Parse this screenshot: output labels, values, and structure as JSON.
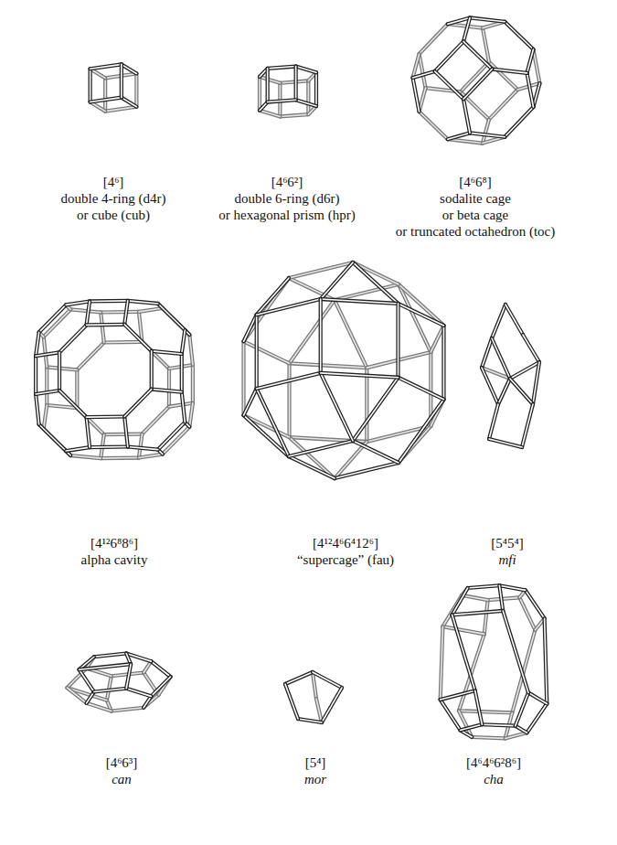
{
  "diagram": {
    "labels": [
      "[4⁶]",
      "double 4-ring (d4r)",
      "or cube (cub)",
      "[4⁶6²]",
      "double 6-ring (d6r)",
      "or hexagonal prism (hpr)",
      "[4⁶6⁸]",
      "sodalite cage",
      "or beta cage",
      "or truncated octahedron (toc)",
      "[4¹²6⁸8⁶]",
      "alpha cavity",
      "[4¹²4⁶6⁴12⁶]",
      "“supercage” (fau)",
      "[5⁴5⁴]",
      "mfi",
      "[4⁶6³]",
      "can",
      "[5⁴]",
      "mor",
      "[4⁶4⁶6²8⁶]",
      "cha"
    ]
  }
}
